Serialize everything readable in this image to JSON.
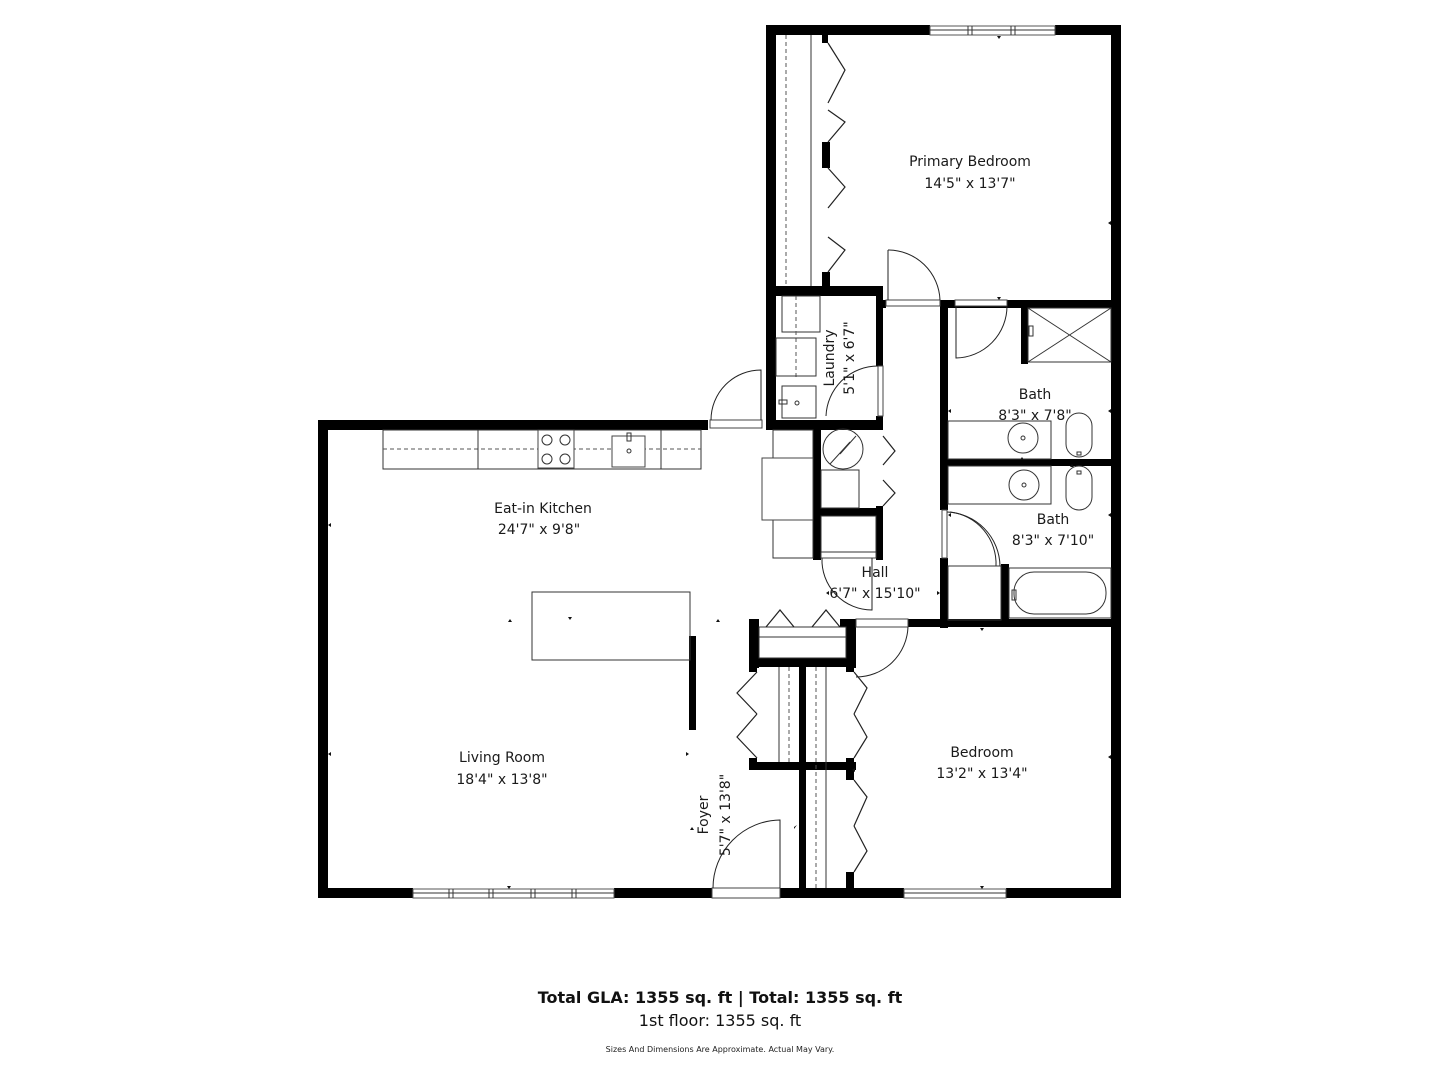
{
  "rooms": [
    {
      "id": "primary-bedroom",
      "name": "Primary Bedroom",
      "dims": "14'5\" x 13'7\""
    },
    {
      "id": "laundry",
      "name": "Laundry",
      "dims": "5'1\" x 6'7\""
    },
    {
      "id": "bath-1",
      "name": "Bath",
      "dims": "8'3\" x 7'8\""
    },
    {
      "id": "eat-in-kitchen",
      "name": "Eat-in Kitchen",
      "dims": "24'7\" x 9'8\""
    },
    {
      "id": "bath-2",
      "name": "Bath",
      "dims": "8'3\" x 7'10\""
    },
    {
      "id": "hall",
      "name": "Hall",
      "dims": "6'7\" x 15'10\""
    },
    {
      "id": "living-room",
      "name": "Living Room",
      "dims": "18'4\" x 13'8\""
    },
    {
      "id": "bedroom",
      "name": "Bedroom",
      "dims": "13'2\" x 13'4\""
    },
    {
      "id": "foyer",
      "name": "Foyer",
      "dims": "5'7\" x 13'8\""
    }
  ],
  "footer": {
    "totals": "Total GLA: 1355 sq. ft | Total: 1355 sq. ft",
    "floor": "1st floor: 1355 sq. ft",
    "disclaimer": "Sizes And Dimensions Are Approximate. Actual May Vary."
  },
  "icons": {
    "stove": "stove-icon",
    "sink": "sink-icon",
    "water-heater": "water-heater-icon",
    "toilet": "toilet-icon",
    "bathtub": "bathtub-icon",
    "shower": "shower-icon"
  }
}
